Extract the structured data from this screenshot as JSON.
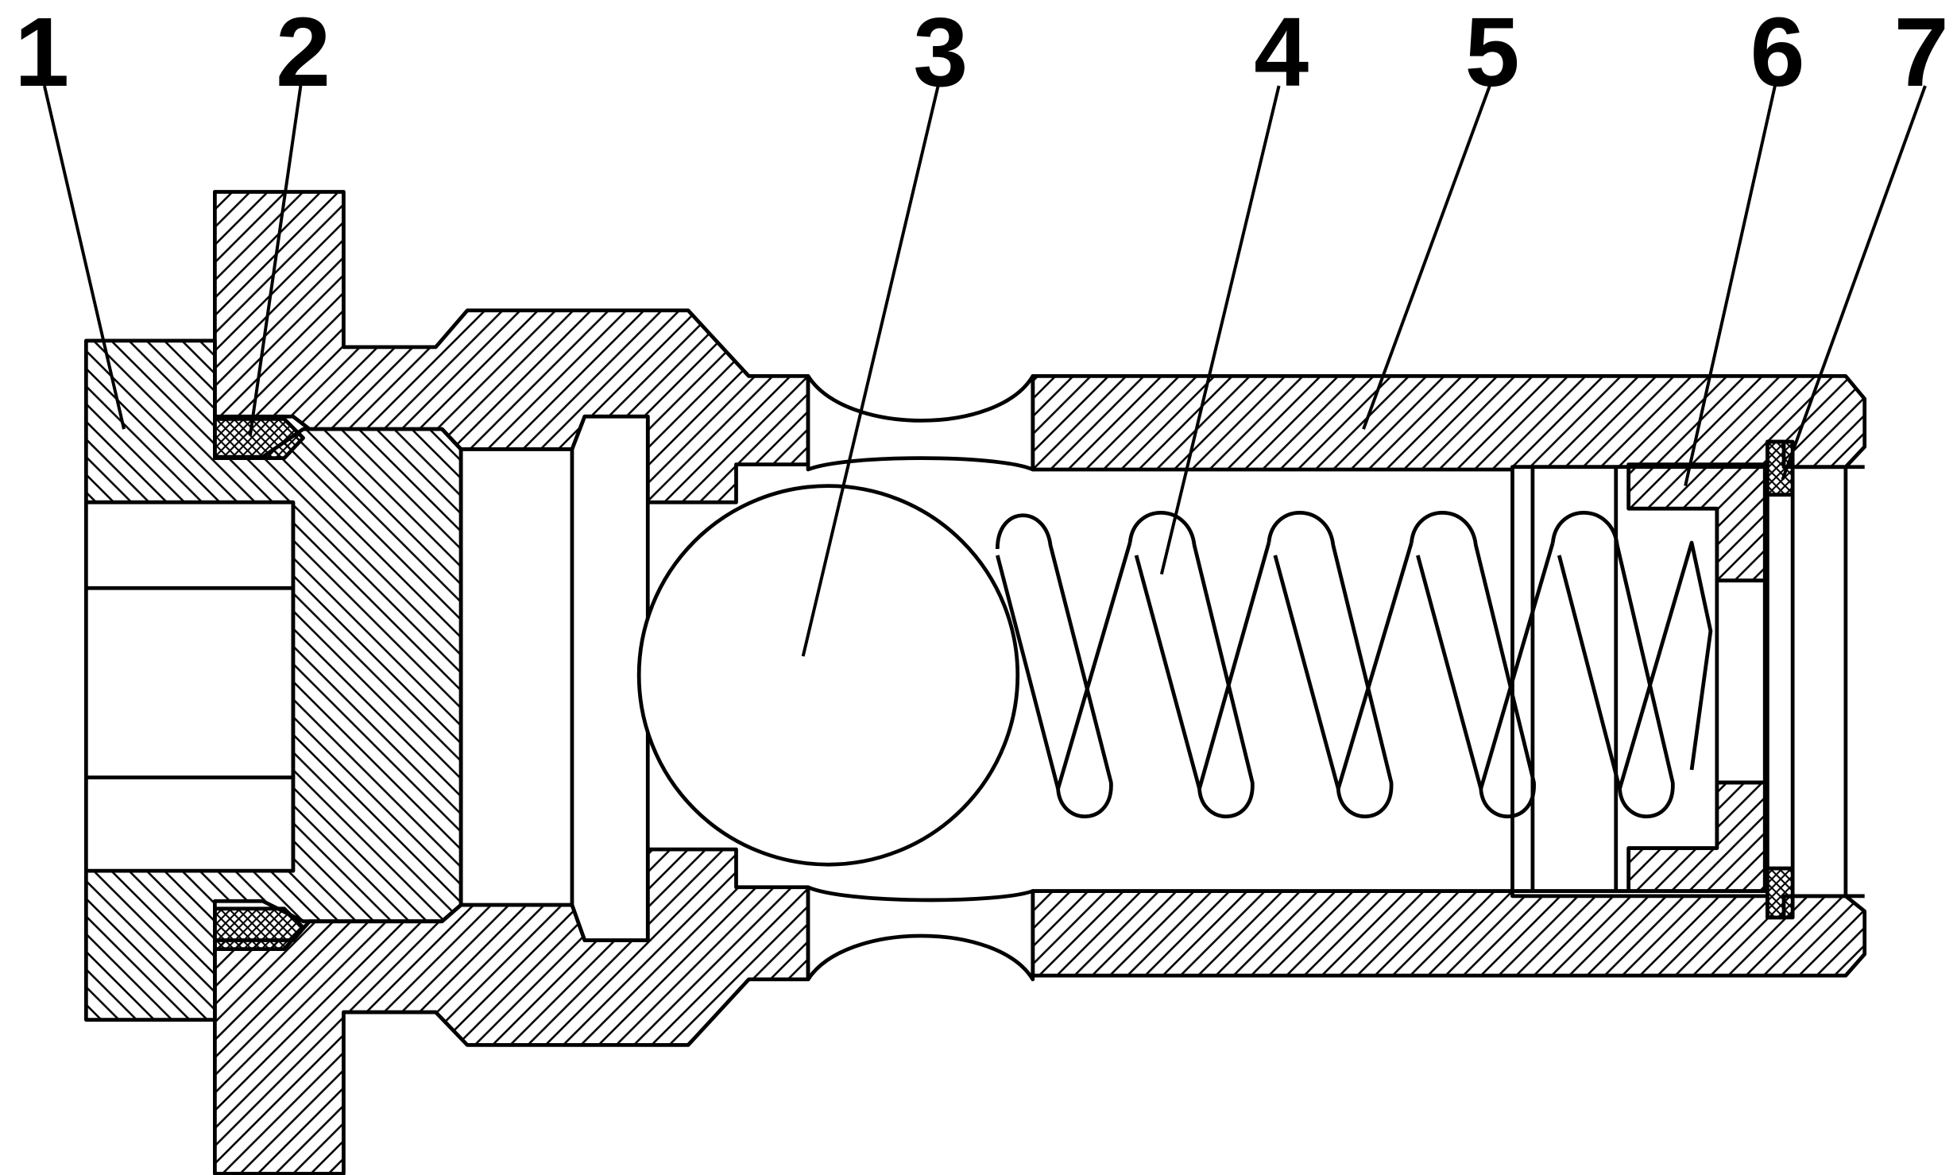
{
  "diagram": {
    "labels": [
      "1",
      "2",
      "3",
      "4",
      "5",
      "6",
      "7"
    ]
  },
  "colors": {
    "line": "#000000",
    "background": "#ffffff"
  }
}
